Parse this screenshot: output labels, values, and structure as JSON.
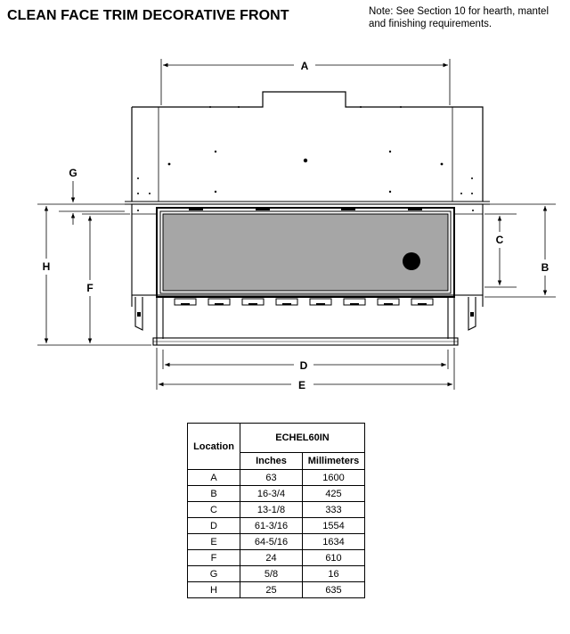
{
  "header": {
    "title": "CLEAN FACE TRIM DECORATIVE FRONT",
    "note_line1": "Note:  See Section 10 for hearth, mantel",
    "note_line2": "and finishing requirements."
  },
  "diagram_labels": {
    "a": "A",
    "b": "B",
    "c": "C",
    "d": "D",
    "e": "E",
    "f": "F",
    "g": "G",
    "h": "H"
  },
  "table": {
    "location_header": "Location",
    "model_header": "ECHEL60IN",
    "inches_header": "Inches",
    "mm_header": "Millimeters",
    "rows": [
      {
        "location": "A",
        "inches": "63",
        "mm": "1600"
      },
      {
        "location": "B",
        "inches": "16-3/4",
        "mm": "425"
      },
      {
        "location": "C",
        "inches": "13-1/8",
        "mm": "333"
      },
      {
        "location": "D",
        "inches": "61-3/16",
        "mm": "1554"
      },
      {
        "location": "E",
        "inches": "64-5/16",
        "mm": "1634"
      },
      {
        "location": "F",
        "inches": "24",
        "mm": "610"
      },
      {
        "location": "G",
        "inches": "5/8",
        "mm": "16"
      },
      {
        "location": "H",
        "inches": "25",
        "mm": "635"
      }
    ]
  },
  "colors": {
    "glass_fill": "#a6a6a6",
    "line": "#000000",
    "burner_dot": "#000000"
  }
}
